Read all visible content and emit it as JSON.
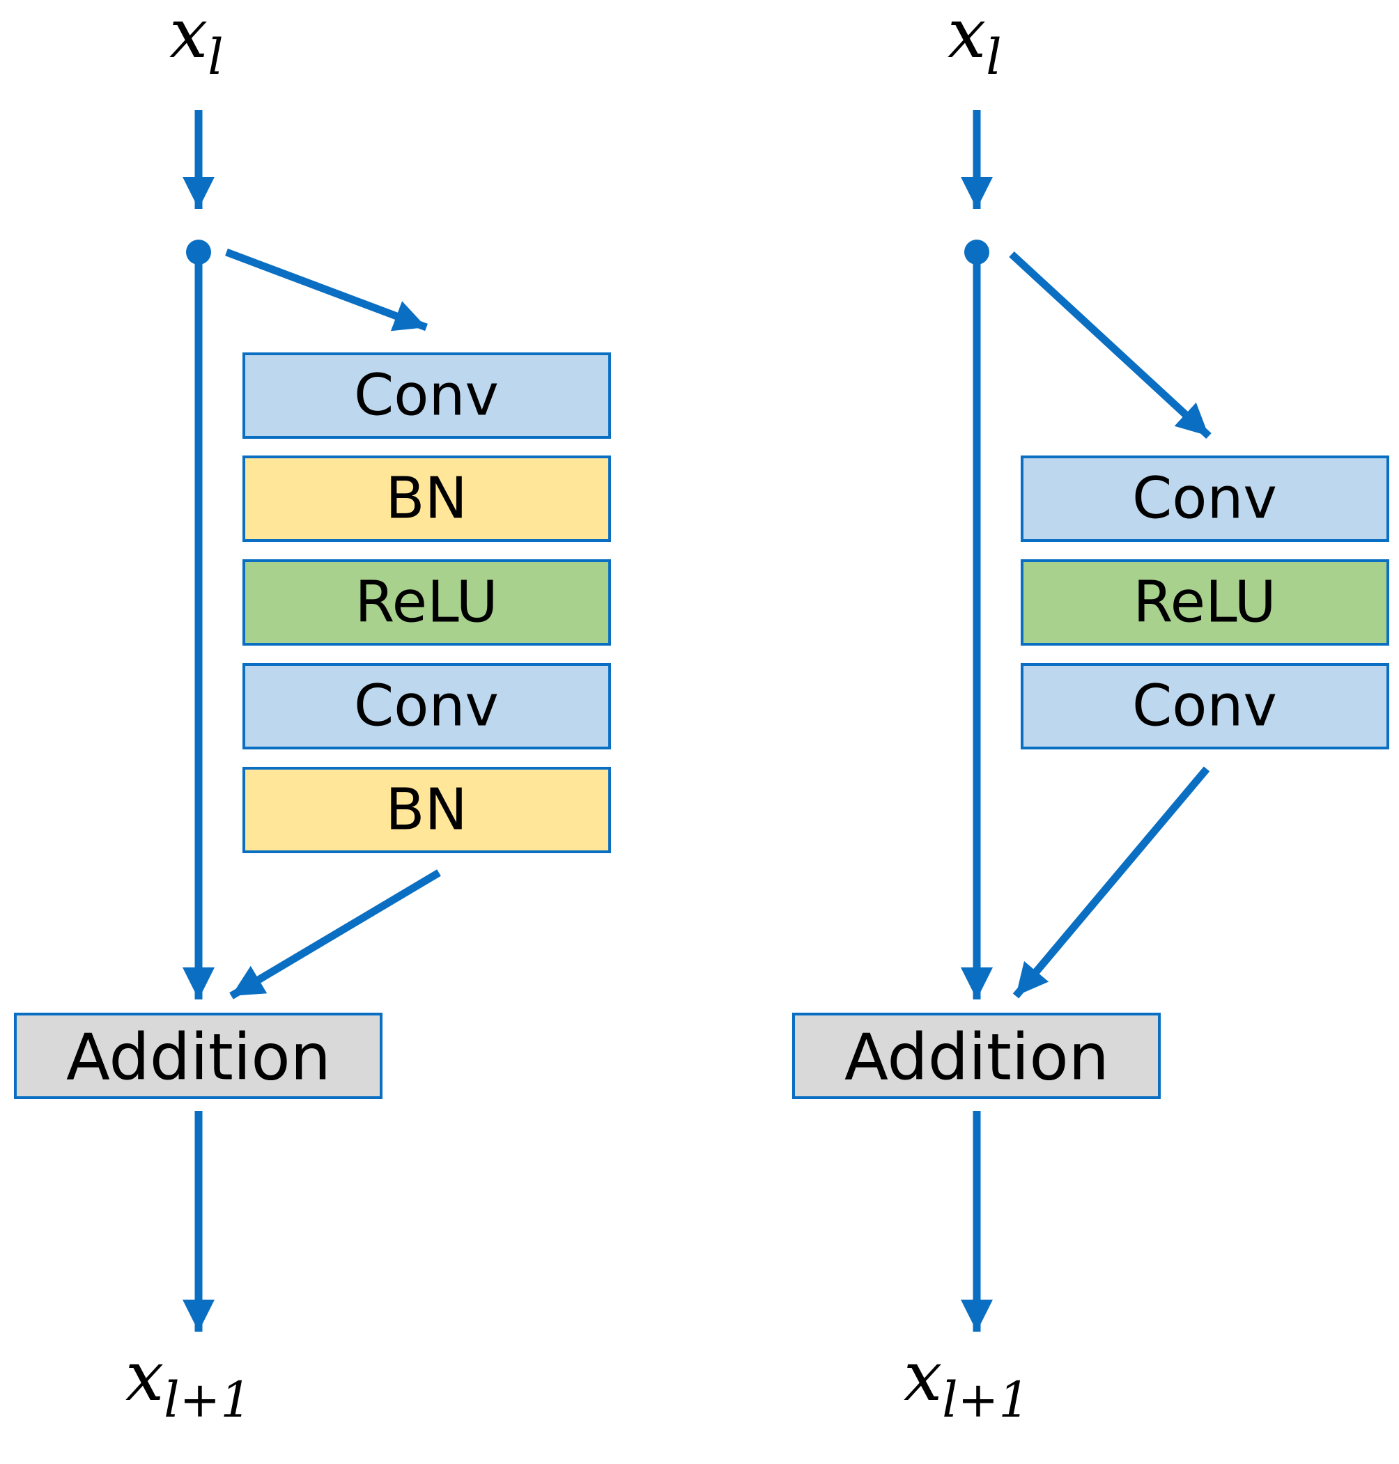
{
  "colors": {
    "arrow": "#0a6fc2",
    "box_border": "#0a6fc2",
    "conv_fill": "#bdd7ee",
    "bn_fill": "#ffe699",
    "relu_fill": "#a9d18e",
    "addition_fill": "#d9d9d9"
  },
  "diagrams": [
    {
      "input": {
        "base": "x",
        "sub": "l"
      },
      "layers": [
        {
          "label": "Conv",
          "kind": "conv"
        },
        {
          "label": "BN",
          "kind": "bn"
        },
        {
          "label": "ReLU",
          "kind": "relu"
        },
        {
          "label": "Conv",
          "kind": "conv"
        },
        {
          "label": "BN",
          "kind": "bn"
        }
      ],
      "addition": "Addition",
      "output": {
        "base": "x",
        "sub": "l+1"
      }
    },
    {
      "input": {
        "base": "x",
        "sub": "l"
      },
      "layers": [
        {
          "label": "Conv",
          "kind": "conv"
        },
        {
          "label": "ReLU",
          "kind": "relu"
        },
        {
          "label": "Conv",
          "kind": "conv"
        }
      ],
      "addition": "Addition",
      "output": {
        "base": "x",
        "sub": "l+1"
      }
    }
  ]
}
